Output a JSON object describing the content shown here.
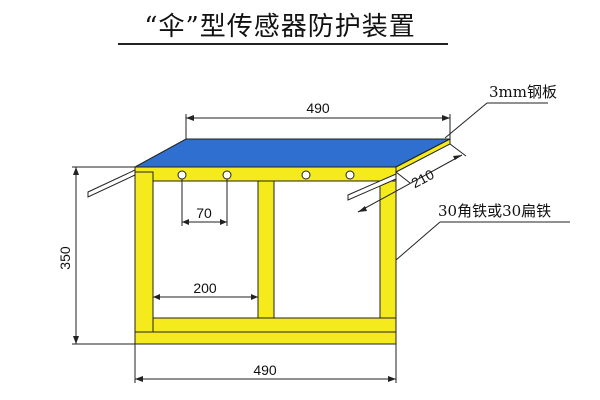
{
  "diagram": {
    "title": "“伞”型传感器防护装置",
    "labels": {
      "top_width": "490",
      "bottom_width": "490",
      "height": "350",
      "depth": "210",
      "hole_spacing": "70",
      "bay_width": "200",
      "plate_note": "3mm钢板",
      "frame_note": "30角铁或30扁铁"
    },
    "colors": {
      "plate_top": "#2e6fd0",
      "frame": "#f5ea1c",
      "outline": "#222222"
    }
  }
}
